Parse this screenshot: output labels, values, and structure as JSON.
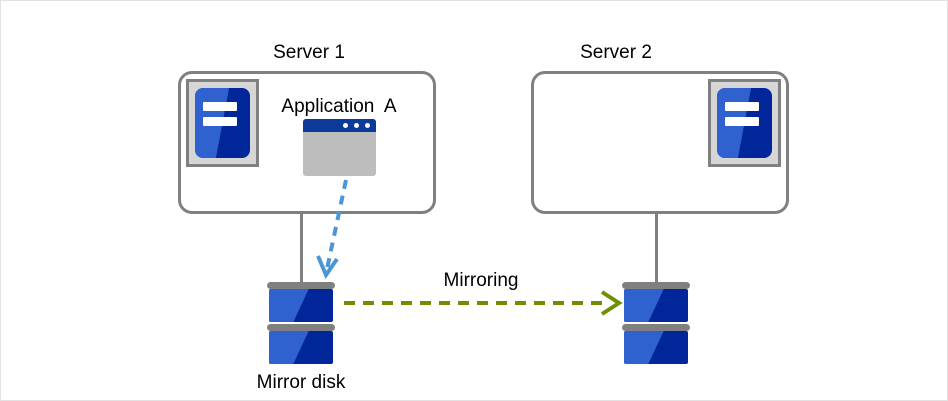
{
  "diagram": {
    "title_left": "Server 1",
    "title_right": "Server 2",
    "application_label": "Application  A",
    "mirroring_label": "Mirroring",
    "disk_label": "Mirror disk",
    "icons": {
      "server_machine": "server-icon",
      "application_window": "application-window-icon",
      "disk": "mirror-disk-icon",
      "write_arrow": "dashed-write-arrow-icon",
      "mirroring_arrow": "dashed-mirroring-arrow-icon"
    },
    "colors": {
      "box_border": "#808080",
      "server_icon_frame": "#d6d6d6",
      "server_icon_dark_blue": "#00269a",
      "server_icon_light_blue": "#2f62cf",
      "app_title_bar": "#0b3a9b",
      "app_body": "#bdbdbd",
      "write_arrow": "#4d96d4",
      "mirroring_arrow": "#6f8f00",
      "text": "#000000",
      "page_border": "#e2e2e2"
    }
  }
}
